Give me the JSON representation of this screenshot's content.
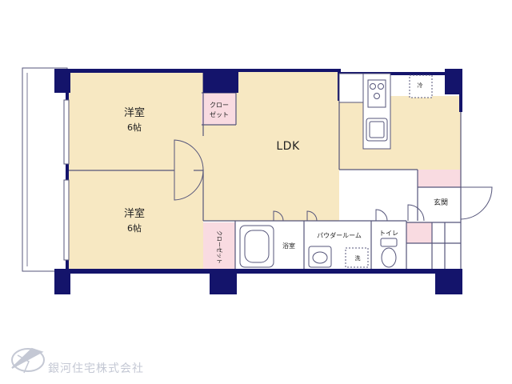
{
  "colors": {
    "wall": "#14146b",
    "floor": "#f7e8c2",
    "closet": "#f9dbe1",
    "line": "#55557a",
    "logo": "#c4c8d4"
  },
  "rooms": {
    "bedroom_top": {
      "name": "洋室",
      "size": "6帖"
    },
    "bedroom_bottom": {
      "name": "洋室",
      "size": "6帖"
    },
    "ldk": {
      "name": "LDK"
    },
    "closet_top": {
      "line1": "クロー",
      "line2": "ゼット"
    },
    "closet_bottom": {
      "label": "クローゼット"
    },
    "entrance": {
      "name": "玄関"
    },
    "bathroom": {
      "name": "浴室"
    },
    "powder_room": {
      "name": "パウダールーム"
    },
    "washer": {
      "name": "洗"
    },
    "toilet": {
      "name": "トイレ"
    },
    "fridge": {
      "name": "冷"
    }
  },
  "company": {
    "name": "銀河住宅株式会社",
    "logo_icon": "shooting-star-logo-icon"
  }
}
